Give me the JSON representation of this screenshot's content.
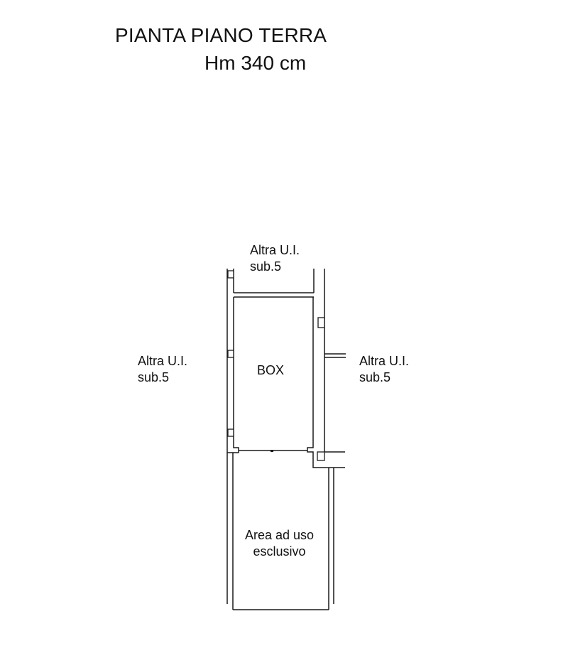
{
  "title": {
    "line1": "PIANTA PIANO TERRA",
    "line2": "Hm 340 cm"
  },
  "labels": {
    "top": {
      "line1": "Altra U.I.",
      "line2": "sub.5"
    },
    "left": {
      "line1": "Altra U.I.",
      "line2": "sub.5"
    },
    "right": {
      "line1": "Altra U.I.",
      "line2": "sub.5"
    },
    "box": "BOX",
    "area": {
      "line1": "Area ad uso",
      "line2": "esclusivo"
    }
  },
  "colors": {
    "line": "#1a1a1a",
    "background": "#ffffff"
  }
}
